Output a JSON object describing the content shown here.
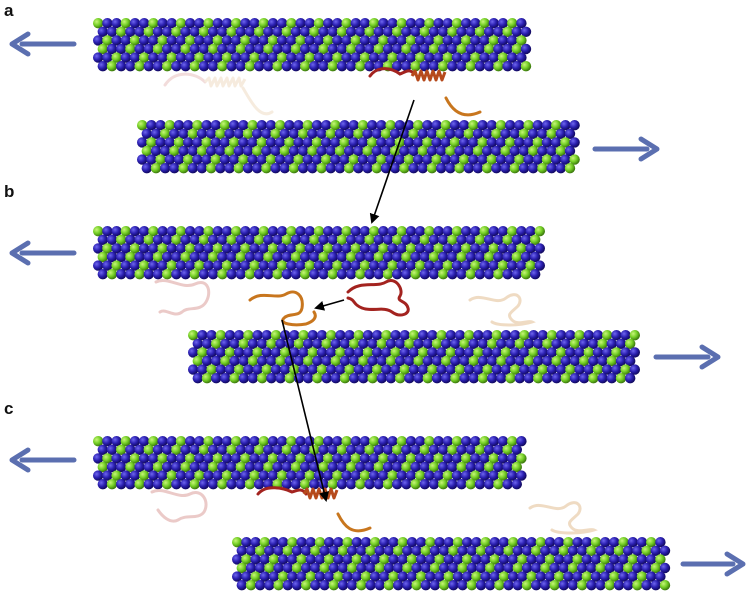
{
  "panels": [
    {
      "label": "a"
    },
    {
      "label": "b"
    },
    {
      "label": "c"
    }
  ],
  "colors": {
    "atom_blue": "#2a1fb0",
    "atom_green": "#7ad52a",
    "arrow_blue": "#5b6fb0",
    "chain_dark_red": "#a3231f",
    "chain_orange": "#c8761e",
    "chain_faded_pink": "#e3b3b0",
    "chain_faded_beige": "#ecd5b8",
    "pointer_arrow": "#000000"
  },
  "icons": {
    "pull_left": "arrow-left-icon",
    "pull_right": "arrow-right-icon"
  }
}
